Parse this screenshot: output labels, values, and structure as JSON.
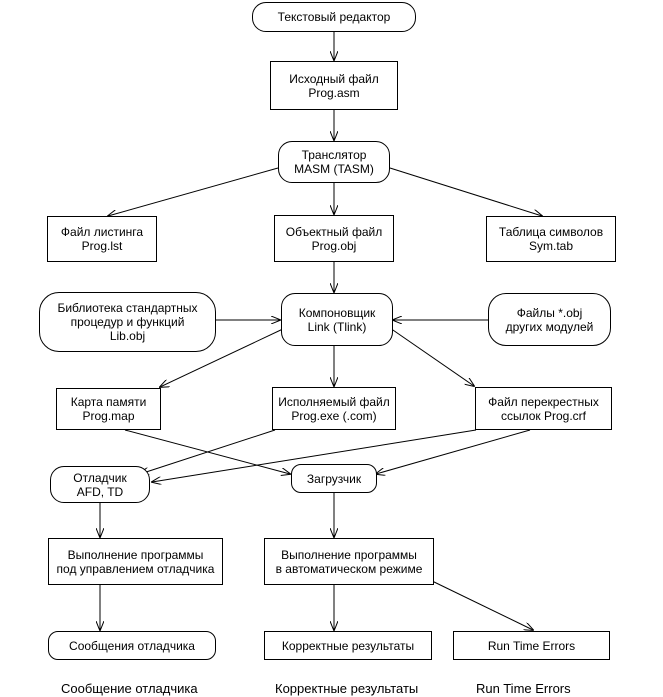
{
  "nodes": {
    "text_editor": [
      "Текстовый редактор"
    ],
    "source_file": [
      "Исходный файл",
      "Prog.asm"
    ],
    "translator": [
      "Транслятор",
      "MASM (TASM)"
    ],
    "listing_file": [
      "Файл листинга",
      "Prog.lst"
    ],
    "object_file": [
      "Объектный файл",
      "Prog.obj"
    ],
    "symbol_table": [
      "Таблица символов",
      "Sym.tab"
    ],
    "std_library": [
      "Библиотека стандартных",
      "процедур и функций",
      "Lib.obj"
    ],
    "linker": [
      "Компоновщик",
      "Link (Tlink)"
    ],
    "other_modules": [
      "Файлы *.obj",
      "других модулей"
    ],
    "memory_map": [
      "Карта памяти",
      "Prog.map"
    ],
    "executable": [
      "Исполняемый файл",
      "Prog.exe (.com)"
    ],
    "cross_ref": [
      "Файл перекрестных",
      "ссылок Prog.crf"
    ],
    "debugger": [
      "Отладчик",
      "AFD, TD"
    ],
    "loader": [
      "Загрузчик"
    ],
    "debug_run": [
      "Выполнение программы",
      "под управлением отладчика"
    ],
    "auto_run": [
      "Выполнение программы",
      "в  автоматическом  режиме"
    ],
    "debug_messages": [
      "Сообщения  отладчика"
    ],
    "correct_results": [
      "Корректные результаты"
    ],
    "runtime_errors": [
      "Run Time Errors"
    ]
  },
  "captions": {
    "debugger_messages": "Сообщение  отладчика",
    "correct_results": "Корректные результаты",
    "runtime_errors": "Run Time Errors"
  }
}
